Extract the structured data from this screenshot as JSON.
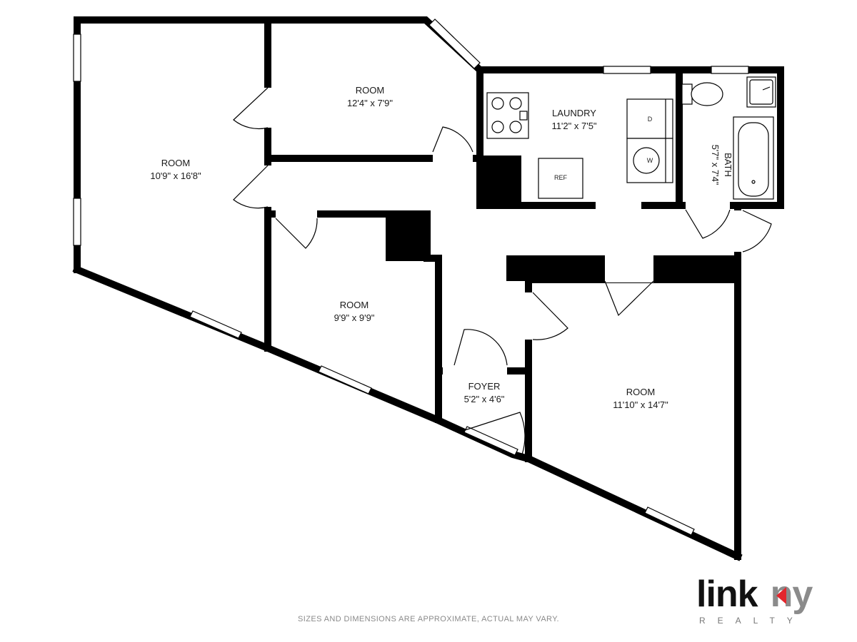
{
  "rooms": {
    "room_large_left": {
      "name": "ROOM",
      "dims": "10'9\" x 16'8\""
    },
    "room_top": {
      "name": "ROOM",
      "dims": "12'4\" x 7'9\""
    },
    "laundry": {
      "name": "LAUNDRY",
      "dims": "11'2\" x 7'5\""
    },
    "bath": {
      "name": "BATH",
      "dims": "5'7\" x 7'4\""
    },
    "room_middle": {
      "name": "ROOM",
      "dims": "9'9\" x 9'9\""
    },
    "foyer": {
      "name": "FOYER",
      "dims": "5'2\" x 4'6\""
    },
    "room_right": {
      "name": "ROOM",
      "dims": "11'10\" x 14'7\""
    }
  },
  "appliances": {
    "dryer": "D",
    "washer": "W",
    "refrigerator": "REF"
  },
  "disclaimer": "SIZES AND DIMENSIONS ARE APPROXIMATE, ACTUAL MAY VARY.",
  "logo": {
    "left": "link",
    "right": "ny",
    "sub": "REALTY"
  },
  "colors": {
    "wall": "#000000",
    "background": "#ffffff",
    "logo_accent": "#e3262d",
    "logo_gray": "#8b8b8b"
  }
}
